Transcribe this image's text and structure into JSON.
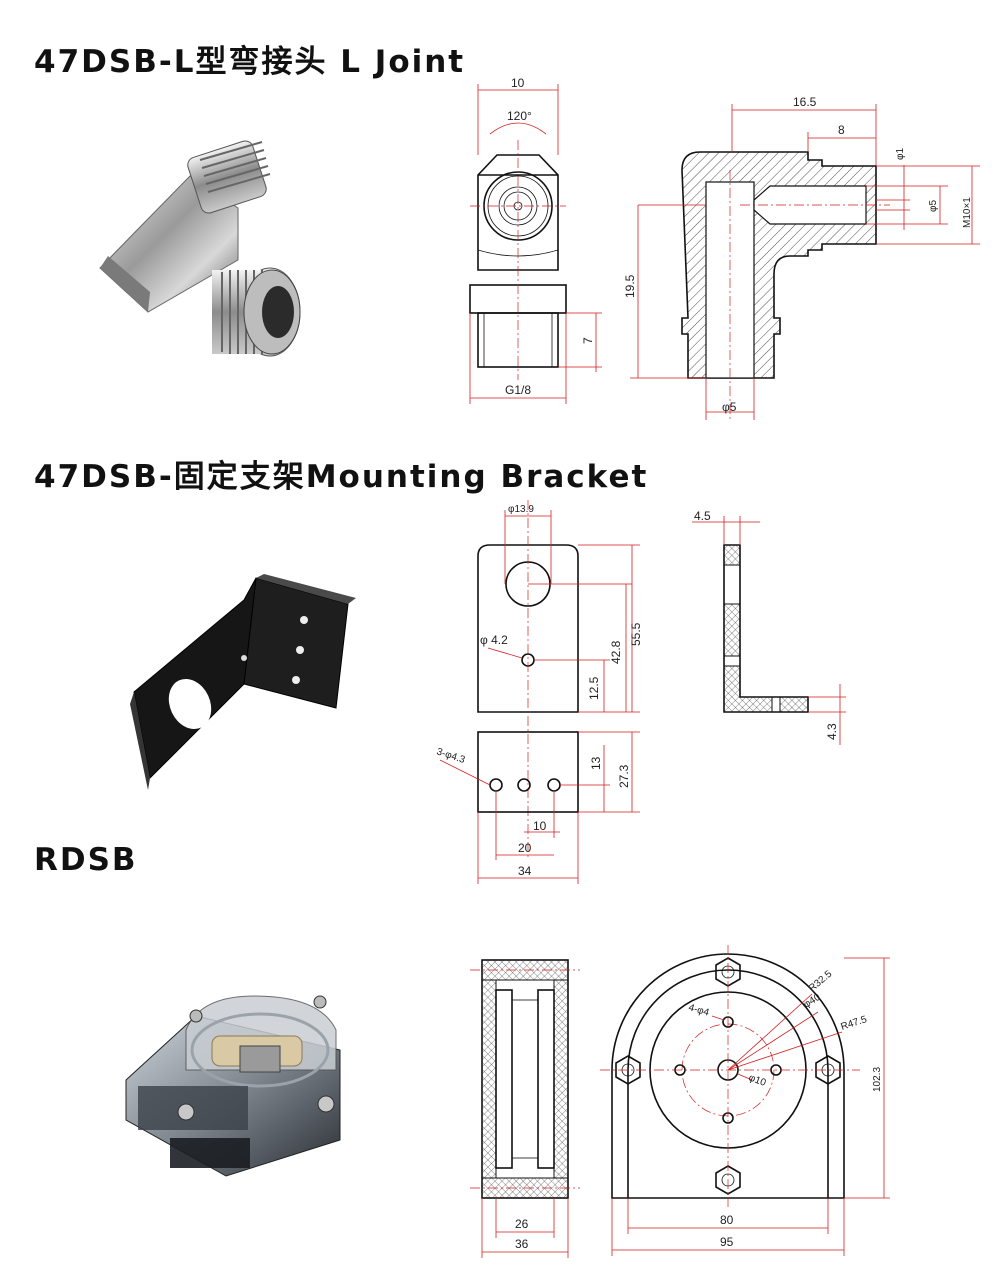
{
  "sections": [
    {
      "title": "47DSB-L型弯接头 L Joint",
      "dims": {
        "top_width": "10",
        "angle": "120°",
        "thread": "G1/8",
        "height_small": "7",
        "len_total": "16.5",
        "len_short": "8",
        "dia_small": "φ1",
        "dia_mid": "φ5",
        "thread_main": "M10×1",
        "height_main": "19.5",
        "dia_bottom": "φ5"
      }
    },
    {
      "title": "47DSB-固定支架Mounting Bracket",
      "dims": {
        "dia_big": "φ13.9",
        "dia_hole": "φ 4.2",
        "h_hole": "12.5",
        "h_mid": "42.8",
        "h_total": "55.5",
        "thick": "4.5",
        "thick_small": "4.3",
        "holes": "3-φ4.3",
        "h_small": "13",
        "h_big": "27.3",
        "pitch": "10",
        "span": "20",
        "width": "34"
      }
    },
    {
      "title": "RDSB",
      "dims": {
        "w_inner": "26",
        "w_outer": "36",
        "r1": "R32.5",
        "d40": "φ40",
        "holes4": "4-φ4",
        "r2": "R47.5",
        "d10": "φ10",
        "height": "102.3",
        "w_mid": "80",
        "w_total": "95"
      }
    }
  ]
}
